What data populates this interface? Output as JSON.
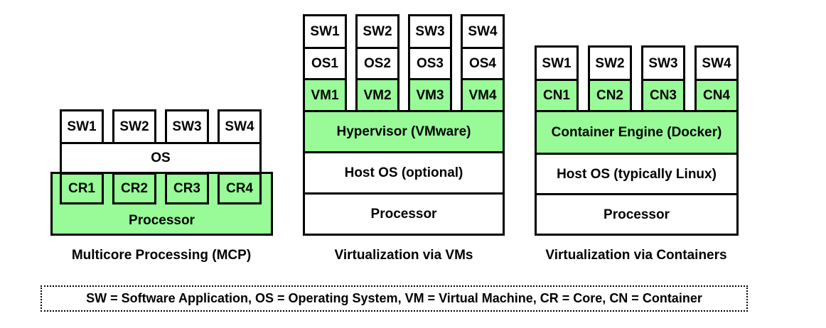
{
  "colors": {
    "fill_green": "#98FB98",
    "fill_white": "#FFFFFF",
    "border": "#000000",
    "background": "#FFFFFF"
  },
  "mcp": {
    "caption": "Multicore Processing (MCP)",
    "sw": [
      "SW1",
      "SW2",
      "SW3",
      "SW4"
    ],
    "os": "OS",
    "cores": [
      "CR1",
      "CR2",
      "CR3",
      "CR4"
    ],
    "processor": "Processor"
  },
  "vms": {
    "caption": "Virtualization via VMs",
    "columns": [
      {
        "sw": "SW1",
        "os": "OS1",
        "vm": "VM1"
      },
      {
        "sw": "SW2",
        "os": "OS2",
        "vm": "VM2"
      },
      {
        "sw": "SW3",
        "os": "OS3",
        "vm": "VM3"
      },
      {
        "sw": "SW4",
        "os": "OS4",
        "vm": "VM4"
      }
    ],
    "hypervisor": "Hypervisor (VMware)",
    "host_os": "Host OS (optional)",
    "processor": "Processor"
  },
  "containers": {
    "caption": "Virtualization via Containers",
    "columns": [
      {
        "sw": "SW1",
        "cn": "CN1"
      },
      {
        "sw": "SW2",
        "cn": "CN2"
      },
      {
        "sw": "SW3",
        "cn": "CN3"
      },
      {
        "sw": "SW4",
        "cn": "CN4"
      }
    ],
    "engine": "Container Engine (Docker)",
    "host_os": "Host OS (typically Linux)",
    "processor": "Processor"
  },
  "legend": {
    "text": "SW = Software Application, OS = Operating System, VM = Virtual Machine, CR = Core, CN = Container"
  }
}
